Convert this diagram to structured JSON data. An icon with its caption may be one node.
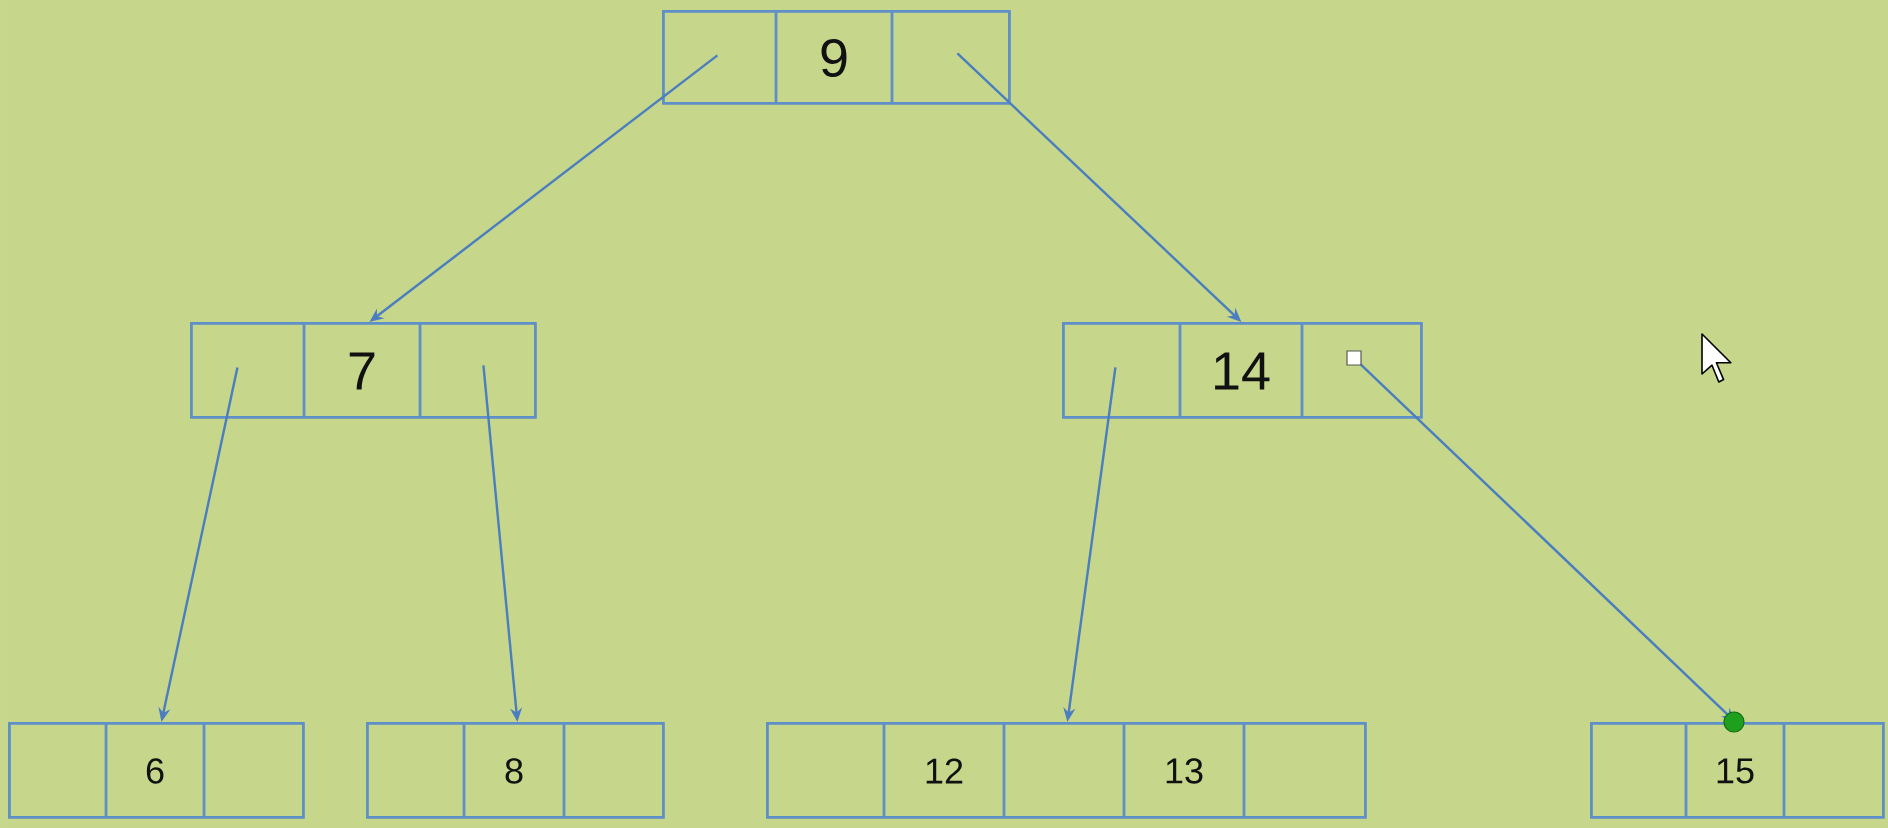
{
  "diagram": {
    "nodes": [
      {
        "text": [
          "9"
        ]
      },
      {
        "text": [
          "7"
        ]
      },
      {
        "text": [
          "14"
        ]
      },
      {
        "text": [
          "6"
        ]
      },
      {
        "text": [
          "8"
        ]
      },
      {
        "text": [
          "12",
          "13"
        ]
      },
      {
        "text": [
          "15"
        ]
      }
    ],
    "edges": [
      {
        "from": 0,
        "to": 1,
        "arrow": "to"
      },
      {
        "from": 0,
        "to": 2,
        "arrow": "to"
      },
      {
        "from": 1,
        "to": 3,
        "arrow": "to"
      },
      {
        "from": 1,
        "to": 4,
        "arrow": "to"
      },
      {
        "from": 2,
        "to": 5,
        "arrow": "to"
      },
      {
        "from": 2,
        "to": 6,
        "arrow": "to"
      }
    ]
  }
}
